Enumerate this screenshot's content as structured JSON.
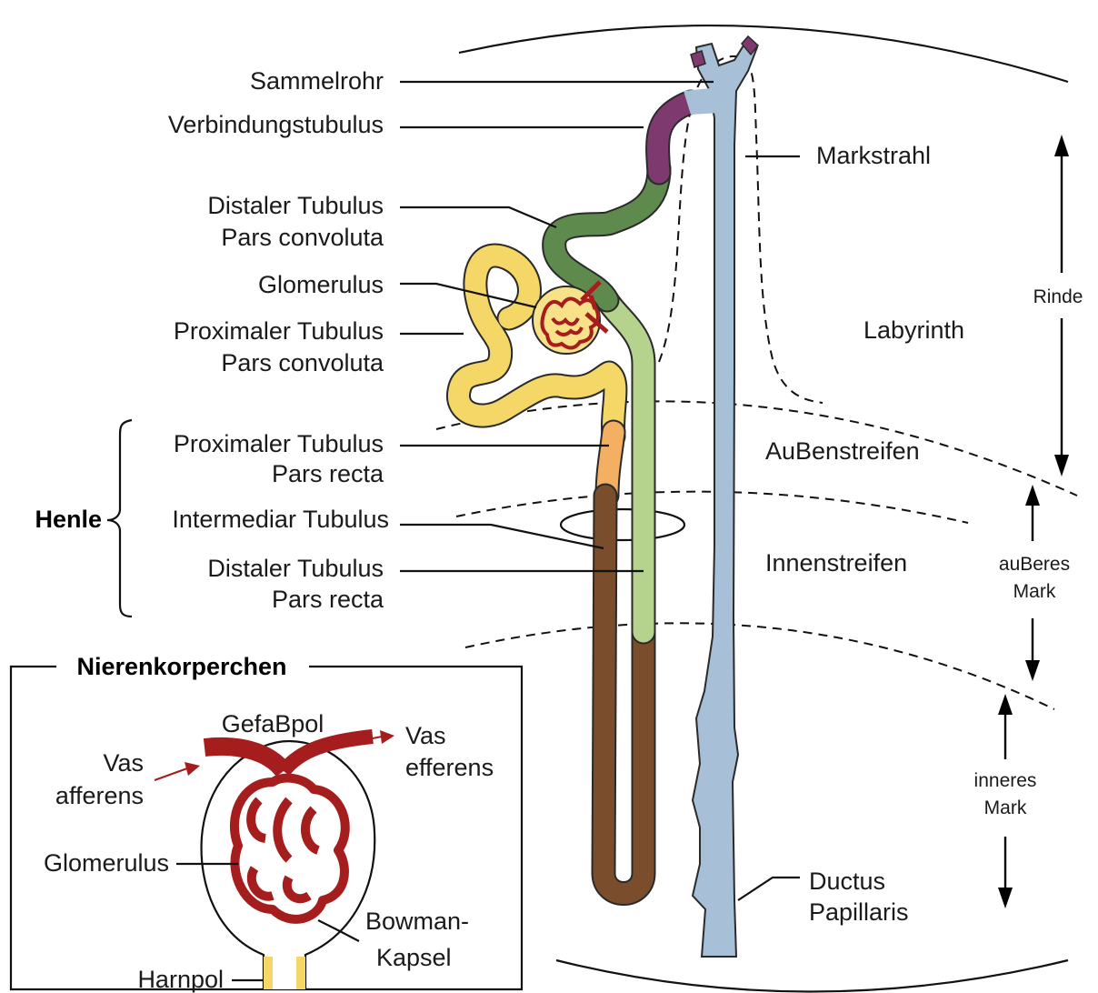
{
  "labels": {
    "sammelrohr": "Sammelrohr",
    "verbindungstubulus": "Verbindungstubulus",
    "distaler_pc_1": "Distaler Tubulus",
    "distaler_pc_2": "Pars convoluta",
    "glomerulus": "Glomerulus",
    "proximaler_pc_1": "Proximaler Tubulus",
    "proximaler_pc_2": "Pars convoluta",
    "proximaler_pr_1": "Proximaler Tubulus",
    "proximaler_pr_2": "Pars recta",
    "intermediar": "Intermediar Tubulus",
    "distaler_pr_1": "Distaler Tubulus",
    "distaler_pr_2": "Pars recta",
    "henle": "Henle",
    "markstrahl": "Markstrahl",
    "labyrinth": "Labyrinth",
    "aussenstreifen": "AuBenstreifen",
    "innenstreifen": "Innenstreifen",
    "ductus_1": "Ductus",
    "ductus_2": "Papillaris",
    "rinde": "Rinde",
    "ausseres_1": "auBeres",
    "ausseres_2": "Mark",
    "inneres_1": "inneres",
    "inneres_2": "Mark"
  },
  "inset": {
    "title": "Nierenkorperchen",
    "gefasspol": "GefaBpol",
    "vas_afferens_1": "Vas",
    "vas_afferens_2": "afferens",
    "vas_efferens_1": "Vas",
    "vas_efferens_2": "efferens",
    "glomerulus": "Glomerulus",
    "bowman_1": "Bowman-",
    "bowman_2": "Kapsel",
    "harnpol": "Harnpol"
  },
  "colors": {
    "collecting_duct": "#a7bfd7",
    "connecting_tubule": "#7e3a6e",
    "distal_convoluted": "#5e8a4e",
    "distal_straight": "#b5d38c",
    "proximal_convoluted": "#f4d766",
    "proximal_straight": "#f3b062",
    "thin_limb": "#7a4d2c",
    "glomerulus": "#a51d1d"
  }
}
